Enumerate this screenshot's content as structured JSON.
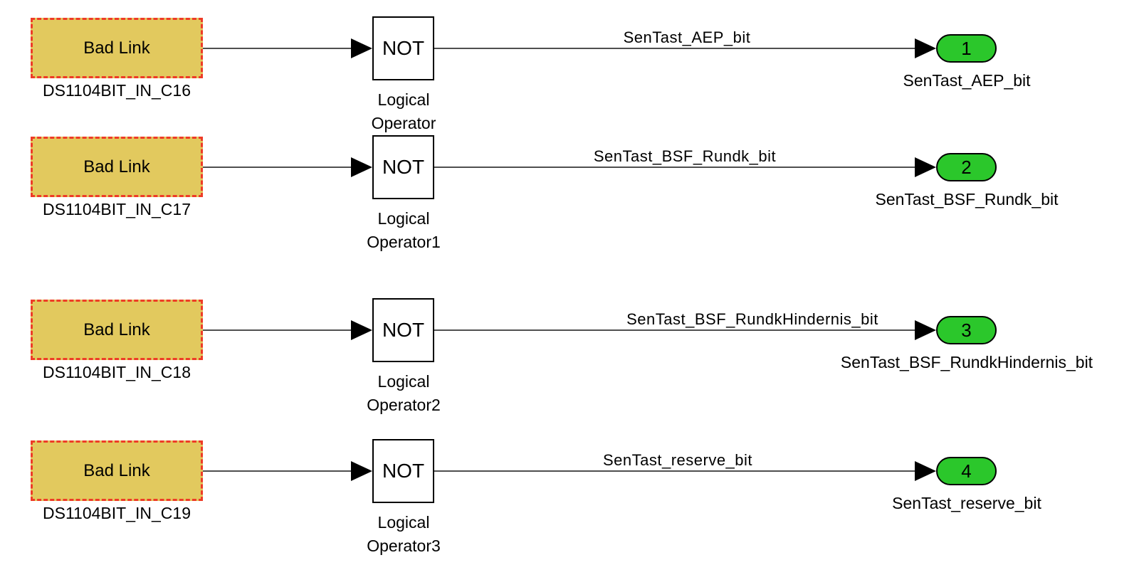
{
  "diagram": {
    "type": "simulink-block-diagram",
    "colors": {
      "bad_link_fill": "#e2c95e",
      "bad_link_border": "#ee3b27",
      "outport_fill": "#2bc72b",
      "wire": "#4f4f4f",
      "arrow": "#000000",
      "block_border": "#000000",
      "text": "#000000"
    },
    "rows": [
      {
        "source_block": {
          "label": "Bad Link",
          "name": "DS1104BIT_IN_C16"
        },
        "operator": {
          "text": "NOT",
          "name_line1": "Logical",
          "name_line2": "Operator"
        },
        "signal_label": "SenTast_AEP_bit",
        "port": {
          "number": "1",
          "label": "SenTast_AEP_bit"
        }
      },
      {
        "source_block": {
          "label": "Bad Link",
          "name": "DS1104BIT_IN_C17"
        },
        "operator": {
          "text": "NOT",
          "name_line1": "Logical",
          "name_line2": "Operator1"
        },
        "signal_label": "SenTast_BSF_Rundk_bit",
        "port": {
          "number": "2",
          "label": "SenTast_BSF_Rundk_bit"
        }
      },
      {
        "source_block": {
          "label": "Bad Link",
          "name": "DS1104BIT_IN_C18"
        },
        "operator": {
          "text": "NOT",
          "name_line1": "Logical",
          "name_line2": "Operator2"
        },
        "signal_label": "SenTast_BSF_RundkHindernis_bit",
        "port": {
          "number": "3",
          "label": "SenTast_BSF_RundkHindernis_bit"
        }
      },
      {
        "source_block": {
          "label": "Bad Link",
          "name": "DS1104BIT_IN_C19"
        },
        "operator": {
          "text": "NOT",
          "name_line1": "Logical",
          "name_line2": "Operator3"
        },
        "signal_label": "SenTast_reserve_bit",
        "port": {
          "number": "4",
          "label": "SenTast_reserve_bit"
        }
      }
    ]
  }
}
